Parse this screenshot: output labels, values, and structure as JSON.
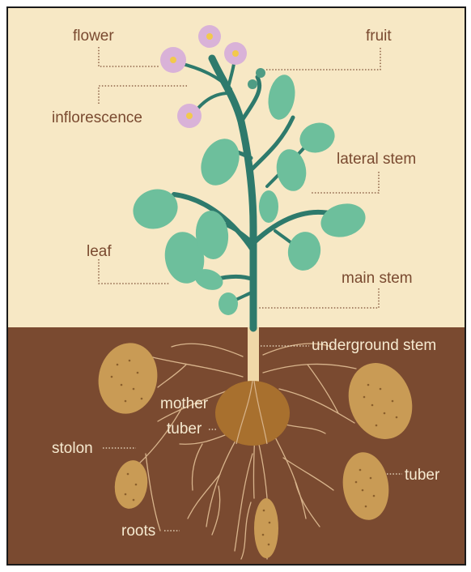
{
  "labels": {
    "flower": "flower",
    "fruit": "fruit",
    "inflorescence": "inflorescence",
    "lateral_stem": "lateral stem",
    "leaf": "leaf",
    "main_stem": "main stem",
    "underground_stem": "underground stem",
    "mother_tuber_line1": "mother",
    "mother_tuber_line2": "tuber",
    "stolon": "stolon",
    "tuber": "tuber",
    "roots": "roots"
  },
  "colors": {
    "sky": "#f7e8c5",
    "soil": "#7a4a30",
    "frame": "#1a1a1a",
    "stem": "#2e7a6c",
    "leaf": "#6dbf9c",
    "leaf_vein": "#2e7a6c",
    "flower": "#d9b2d8",
    "flower_center": "#f2c94c",
    "fruit": "#4f9c84",
    "tuber": "#c99b55",
    "tuber_dots": "#8a5f2c",
    "mother_tuber": "#a8702e",
    "roots": "#d8b48c",
    "label_top": "#7a4a30",
    "label_bottom": "#f6ead0"
  }
}
